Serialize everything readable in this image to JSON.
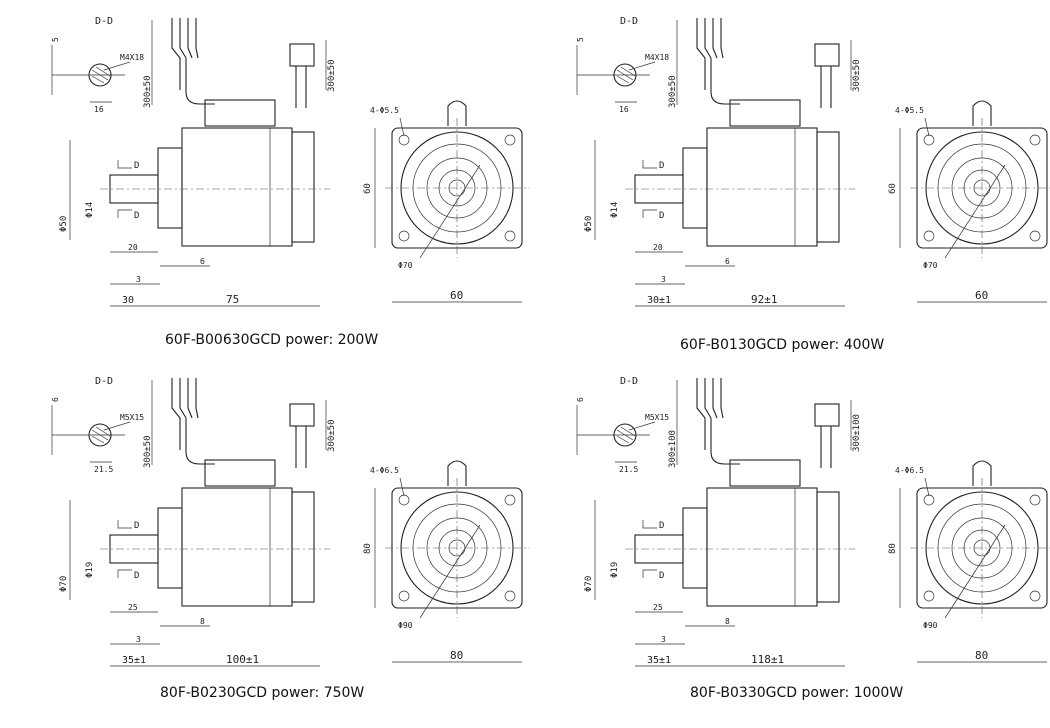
{
  "panels": [
    {
      "caption": "60F-B00630GCD   power:  200W",
      "section_label": "D-D",
      "thread": "M4X18",
      "key_width": "5",
      "key_depth": "16",
      "shaft_diam": "Φ14",
      "pilot_diam": "Φ50",
      "cable_len_1": "300±50",
      "cable_len_2": "300±50",
      "d_label_top": "D",
      "d_label_bottom": "D",
      "dim_20": "20",
      "dim_6": "6",
      "dim_3": "3",
      "dim_shaft_len": "30",
      "dim_body_len": "75",
      "bolt_holes": "4-Φ5.5",
      "pcd": "Φ70",
      "flange_side": "60",
      "flange_bottom": "60"
    },
    {
      "caption": "60F-B0130GCD   power:  400W",
      "section_label": "D-D",
      "thread": "M4X18",
      "key_width": "5",
      "key_depth": "16",
      "shaft_diam": "Φ14",
      "pilot_diam": "Φ50",
      "cable_len_1": "300±50",
      "cable_len_2": "300±50",
      "d_label_top": "D",
      "d_label_bottom": "D",
      "dim_20": "20",
      "dim_6": "6",
      "dim_3": "3",
      "dim_shaft_len": "30±1",
      "dim_body_len": "92±1",
      "bolt_holes": "4-Φ5.5",
      "pcd": "Φ70",
      "flange_side": "60",
      "flange_bottom": "60"
    },
    {
      "caption": "80F-B0230GCD   power:  750W",
      "section_label": "D-D",
      "thread": "M5X15",
      "key_width": "6",
      "key_depth": "21.5",
      "shaft_diam": "Φ19",
      "pilot_diam": "Φ70",
      "cable_len_1": "300±50",
      "cable_len_2": "300±50",
      "d_label_top": "D",
      "d_label_bottom": "D",
      "dim_20": "25",
      "dim_6": "8",
      "dim_3": "3",
      "dim_shaft_len": "35±1",
      "dim_body_len": "100±1",
      "bolt_holes": "4-Φ6.5",
      "pcd": "Φ90",
      "flange_side": "80",
      "flange_bottom": "80"
    },
    {
      "caption": "80F-B0330GCD   power:  1000W",
      "section_label": "D-D",
      "thread": "M5X15",
      "key_width": "6",
      "key_depth": "21.5",
      "shaft_diam": "Φ19",
      "pilot_diam": "Φ70",
      "cable_len_1": "300±100",
      "cable_len_2": "300±100",
      "d_label_top": "D",
      "d_label_bottom": "D",
      "dim_20": "25",
      "dim_6": "8",
      "dim_3": "3",
      "dim_shaft_len": "35±1",
      "dim_body_len": "118±1",
      "bolt_holes": "4-Φ6.5",
      "pcd": "Φ90",
      "flange_side": "80",
      "flange_bottom": "80"
    }
  ]
}
